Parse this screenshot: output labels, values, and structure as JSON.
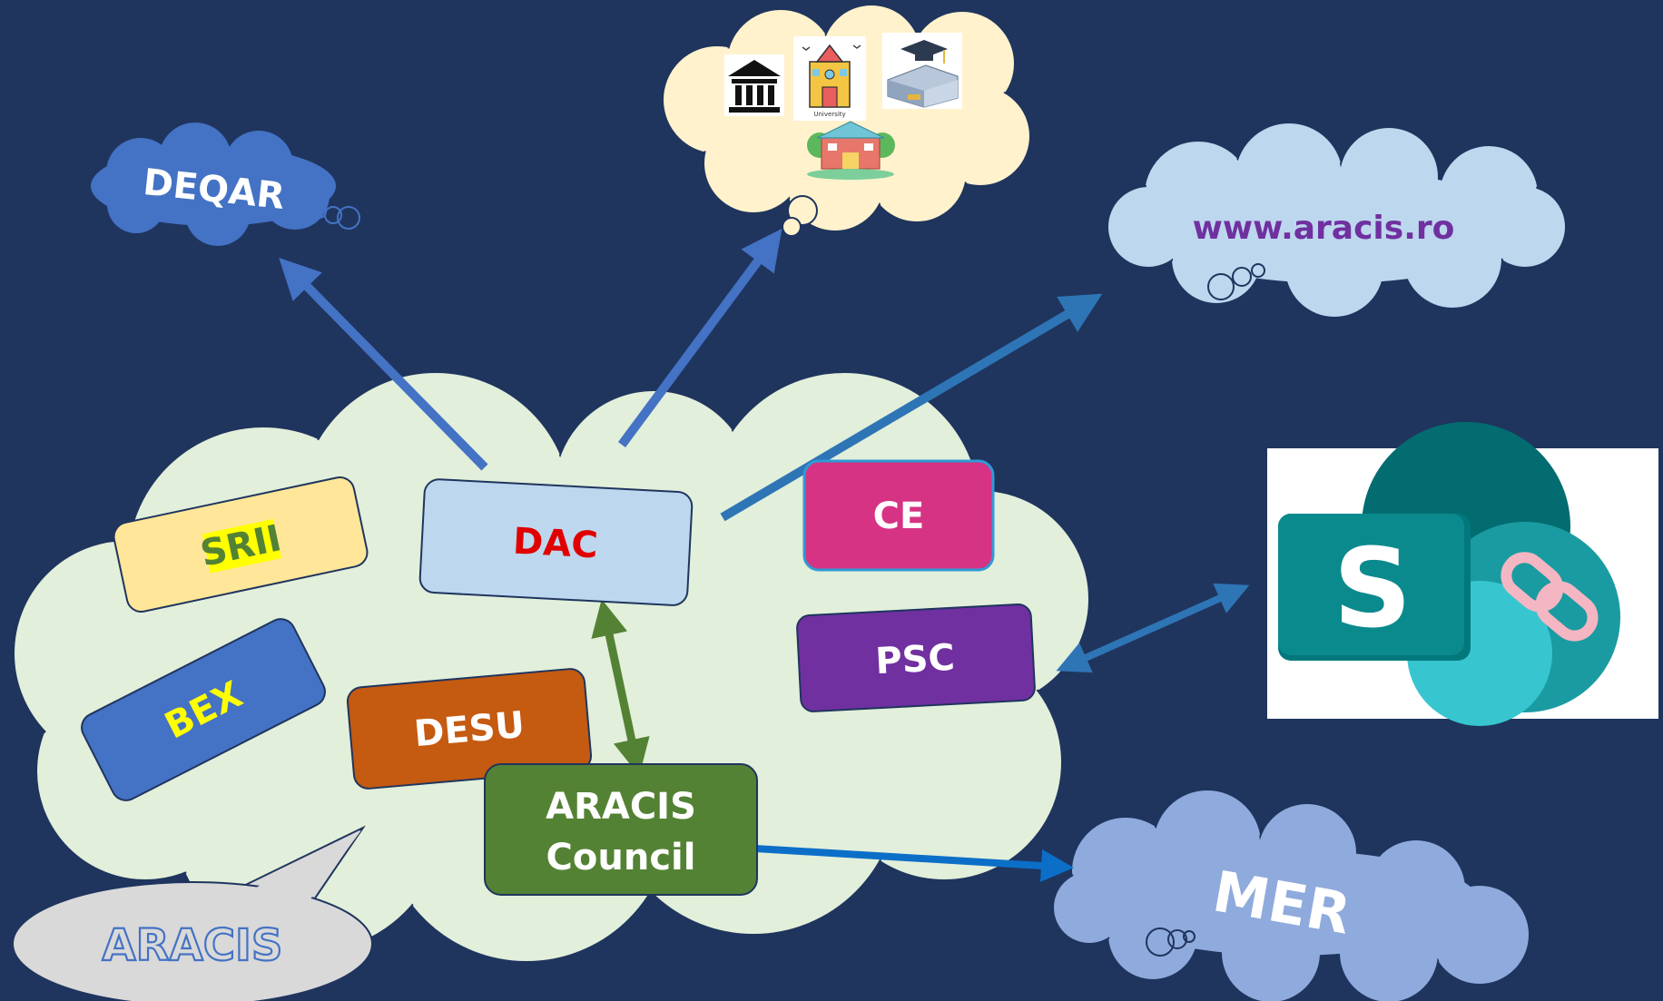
{
  "colors": {
    "background": "#1f355e",
    "main_cloud": "#e2efda",
    "arrow_blue": "#4472c4",
    "arrow_green": "#548235",
    "srii": "#ffe699",
    "dac": "#bdd7ee",
    "ce": "#d63384",
    "psc": "#7030a0",
    "bex": "#4472c4",
    "desu": "#c55a11",
    "council": "#548235",
    "deqar_cloud": "#4472c4",
    "website_cloud": "#bdd7ee",
    "mer_cloud": "#8faadc",
    "institutions_cloud": "#fff2cc",
    "aracis_bubble": "#d9d9d9"
  },
  "nodes": {
    "srii": "SRII",
    "dac": "DAC",
    "ce": "CE",
    "psc": "PSC",
    "bex": "BEX",
    "desu": "DESU",
    "council_line1": "ARACIS",
    "council_line2": "Council"
  },
  "clouds": {
    "deqar": "DEQAR",
    "website": "www.aracis.ro",
    "mer": "MER"
  },
  "callout": {
    "aracis": "ARACIS"
  },
  "institutions": {
    "icons": [
      "bank-building-icon",
      "university-building-icon",
      "graduation-building-icon",
      "school-building-icon"
    ],
    "university_caption": "University"
  },
  "sharepoint": {
    "letter": "S",
    "icons": [
      "sharepoint-logo-icon",
      "chain-link-icon"
    ]
  }
}
